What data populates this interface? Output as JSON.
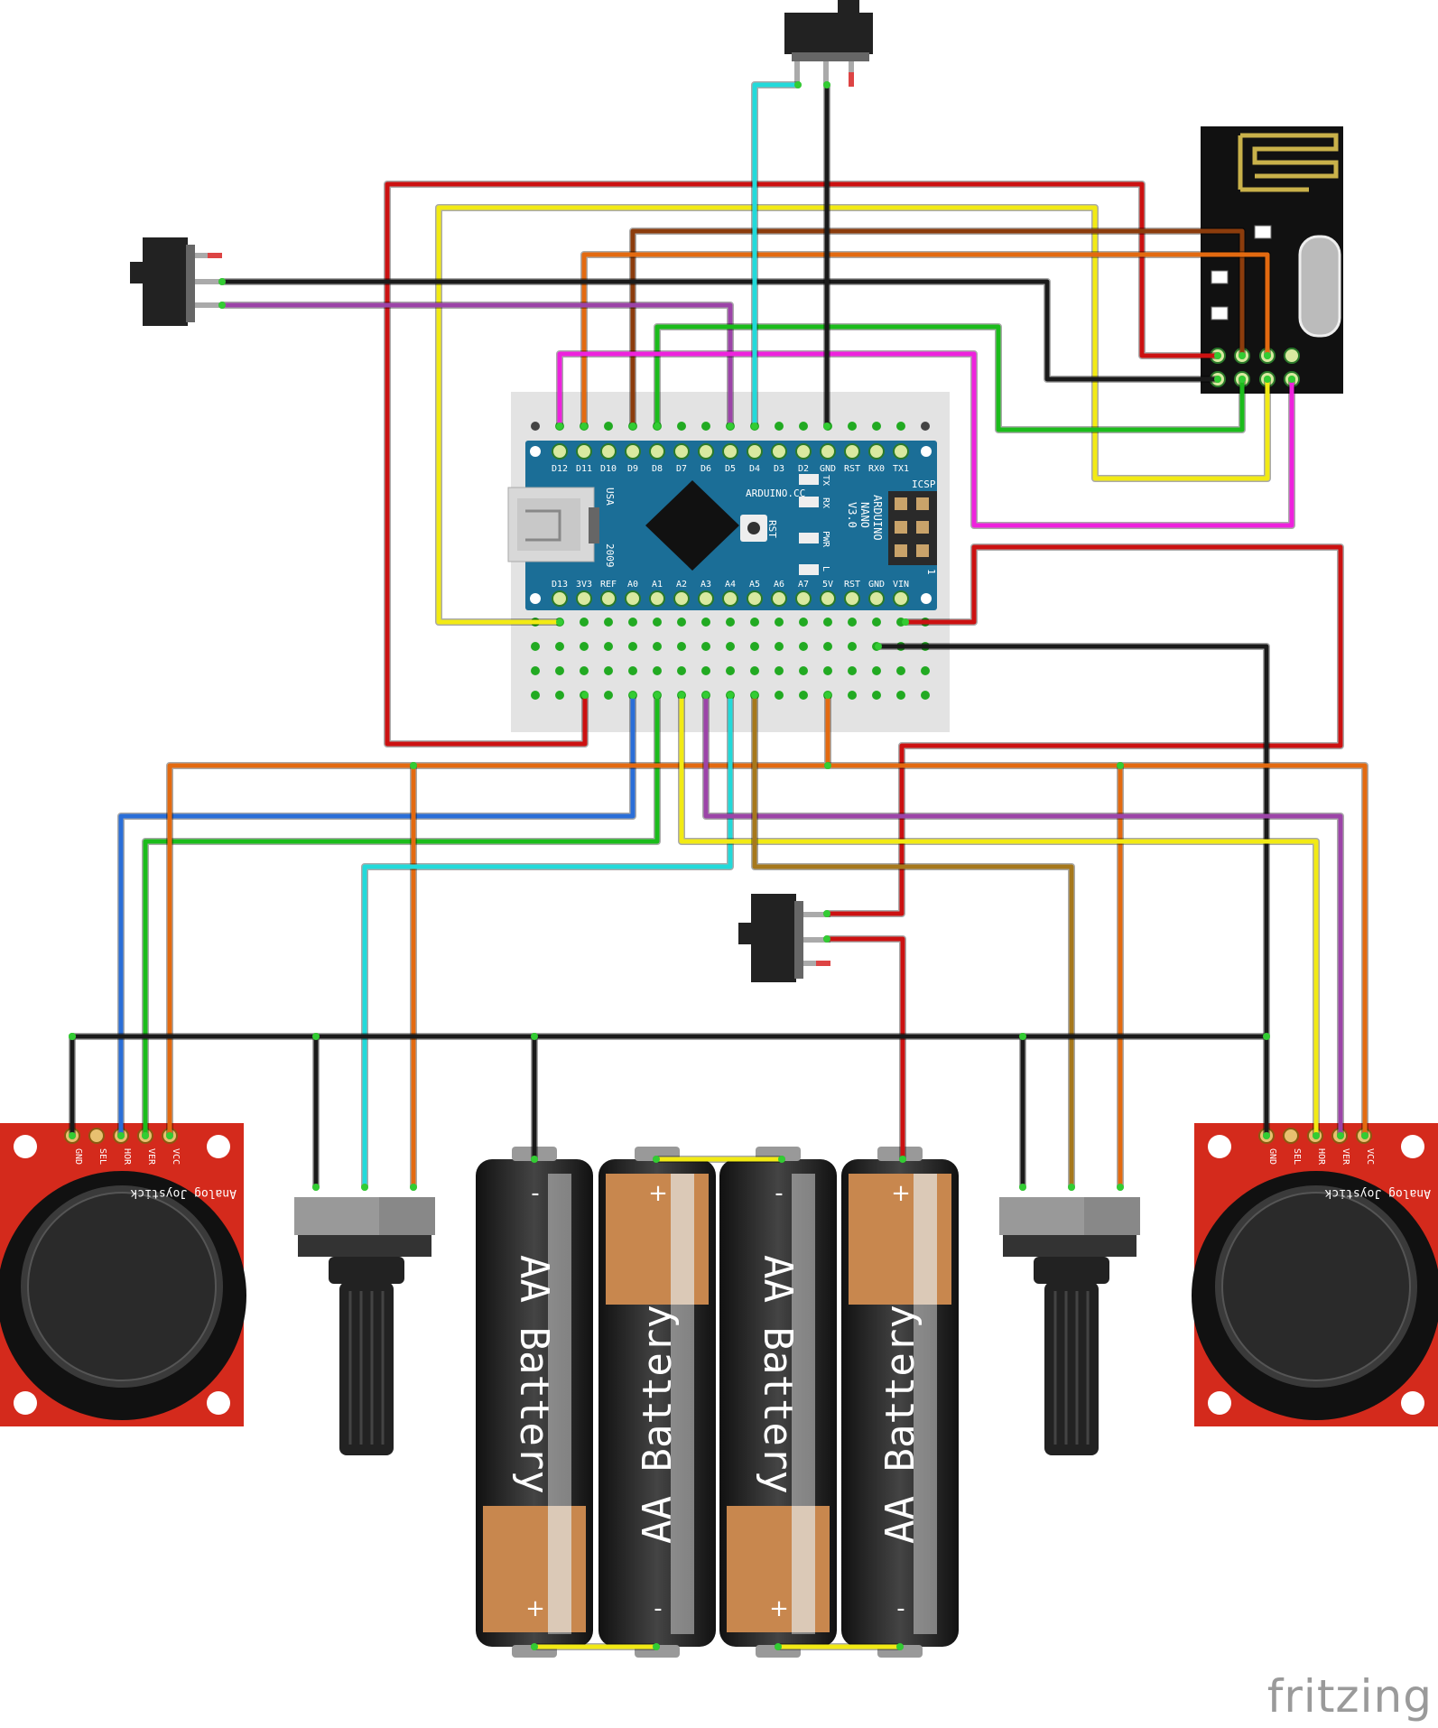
{
  "watermark": "fritzing",
  "nano": {
    "top_pins": [
      "D12",
      "D11",
      "D10",
      "D9",
      "D8",
      "D7",
      "D6",
      "D5",
      "D4",
      "D3",
      "D2",
      "GND",
      "RST",
      "RX0",
      "TX1"
    ],
    "bottom_pins": [
      "D13",
      "3V3",
      "REF",
      "A0",
      "A1",
      "A2",
      "A3",
      "A4",
      "A5",
      "A6",
      "A7",
      "5V",
      "RST",
      "GND",
      "VIN"
    ],
    "label_lines": [
      "ARDUINO",
      "NANO",
      "V3.0"
    ],
    "brand": "ARDUINO.CC",
    "icsp": "ICSP",
    "usa": "USA",
    "year": "2009",
    "rst": "RST",
    "led_labels": [
      "TX",
      "RX",
      "PWR",
      "L"
    ],
    "pin_marker": "1"
  },
  "joystick": {
    "pins": [
      "GND",
      "SEL",
      "HOR",
      "VER",
      "VCC"
    ],
    "board_text": "Analog Joystick"
  },
  "battery": {
    "label": "AA Battery",
    "plus": "+",
    "minus": "-"
  },
  "colors": {
    "red": "#cc1111",
    "black": "#1a1a1a",
    "yellow": "#f2ea14",
    "orange": "#e36a10",
    "brown": "#8c3c0c",
    "green": "#1bbc1b",
    "magenta": "#ee22dd",
    "purple": "#9c44a8",
    "blue": "#2a6ed8",
    "cyan": "#22dada",
    "olive": "#a6781c",
    "nano_blue": "#1b6e97",
    "joystick_red": "#d42a1c",
    "breadboard": "#e4e4e4"
  }
}
